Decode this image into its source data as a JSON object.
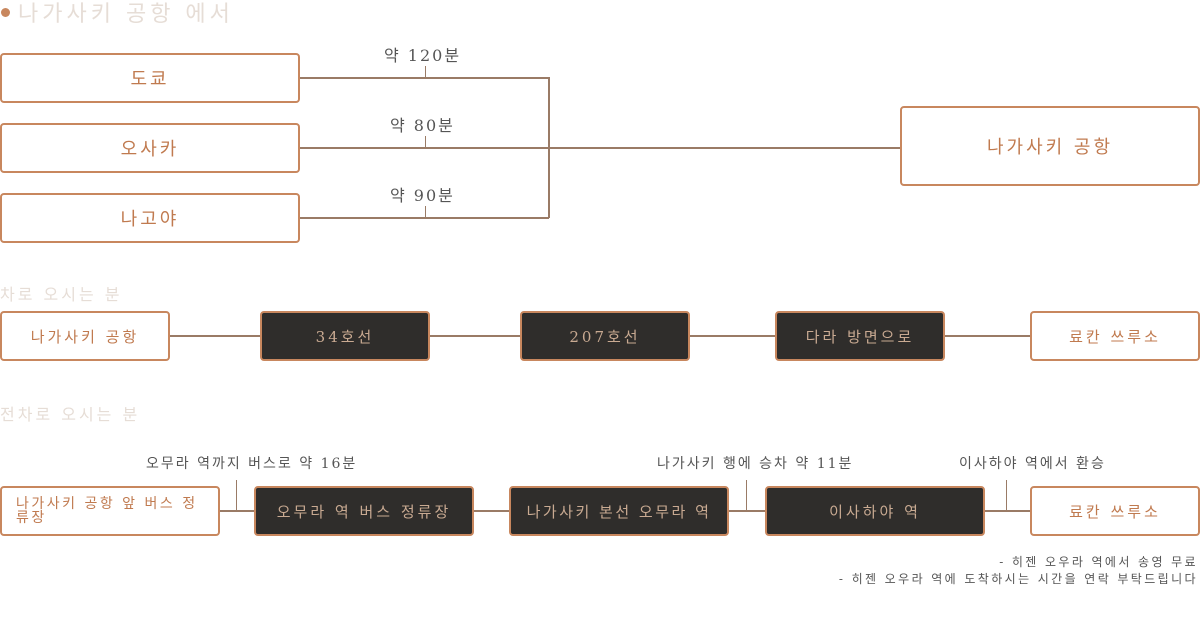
{
  "header": {
    "title": "나가사키 공항 에서"
  },
  "top_routes": {
    "origins": [
      "도쿄",
      "오사카",
      "나고야"
    ],
    "durations": [
      "약 120분",
      "약 80분",
      "약 90분"
    ],
    "destination": "나가사키 공항"
  },
  "car_section": {
    "title": "차로 오시는 분",
    "steps": [
      "나가사키 공항",
      "34호선",
      "207호선",
      "다라 방면으로",
      "료칸 쓰루소"
    ]
  },
  "train_section": {
    "title": "전차로 오시는 분",
    "steps": [
      "나가사키 공항 앞 버스 정류장",
      "오무라 역 버스 정류장",
      "나가사키 본선 오무라 역",
      "이사하야 역",
      "료칸 쓰루소"
    ],
    "captions": [
      "오무라 역까지 버스로 약 16분",
      "나가사키 행에 승차 약 11분",
      "이사하야 역에서 환승"
    ],
    "notes": [
      "- 히젠 오우라 역에서 송영 무료",
      "- 히젠 오우라 역에 도착하시는 시간을 연락 부탁드립니다"
    ]
  },
  "colors": {
    "accent": "#c8875e",
    "dark_box": "#2f2d2b",
    "line": "#9a7b66"
  }
}
